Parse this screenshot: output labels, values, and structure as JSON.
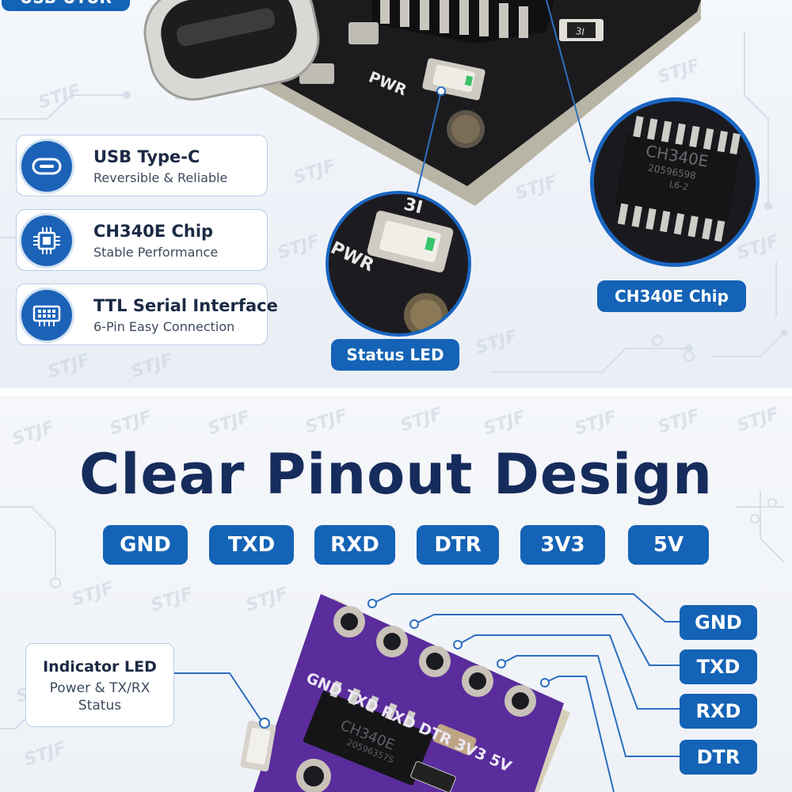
{
  "top_section": {
    "corner_label": "USB-UTUR",
    "board_silkscreen": {
      "pwr": "PWR",
      "part": "3I"
    },
    "features": [
      {
        "title": "USB Type-C",
        "subtitle": "Reversible & Reliable",
        "icon": "usb-c-port-icon"
      },
      {
        "title": "CH340E Chip",
        "subtitle": "Stable Performance",
        "icon": "chip-icon"
      },
      {
        "title": "TTL Serial Interface",
        "subtitle": "6-Pin Easy Connection",
        "icon": "serial-header-icon"
      }
    ],
    "zoom_led": {
      "label": "Status LED",
      "silkscreen_pwr": "PWR",
      "silkscreen_part": "3I"
    },
    "zoom_chip": {
      "label": "CH340E Chip",
      "marking_line1": "CH340E",
      "marking_line2": "20596598",
      "marking_line3": "L6-2"
    }
  },
  "bottom_section": {
    "headline": "Clear Pinout Design",
    "pin_chips": [
      "GND",
      "TXD",
      "RXD",
      "DTR",
      "3V3",
      "5V"
    ],
    "pin_labels": [
      "GND",
      "TXD",
      "RXD",
      "DTR"
    ],
    "board_silkscreen": "GND TXD RXD DTR 3V3 5V",
    "chip_marking": {
      "line1": "CH340E",
      "line2": "20596357S"
    },
    "indicator_led": {
      "title": "Indicator LED",
      "subtitle_line1": "Power & TX/RX",
      "subtitle_line2": "Status"
    }
  },
  "watermark": "STJF",
  "colors": {
    "accent": "#1463b6",
    "headline": "#162c5c",
    "pcb_black": "#1a1a1c",
    "pcb_purple": "#5b2a9e",
    "card_border": "#b9cde6"
  }
}
